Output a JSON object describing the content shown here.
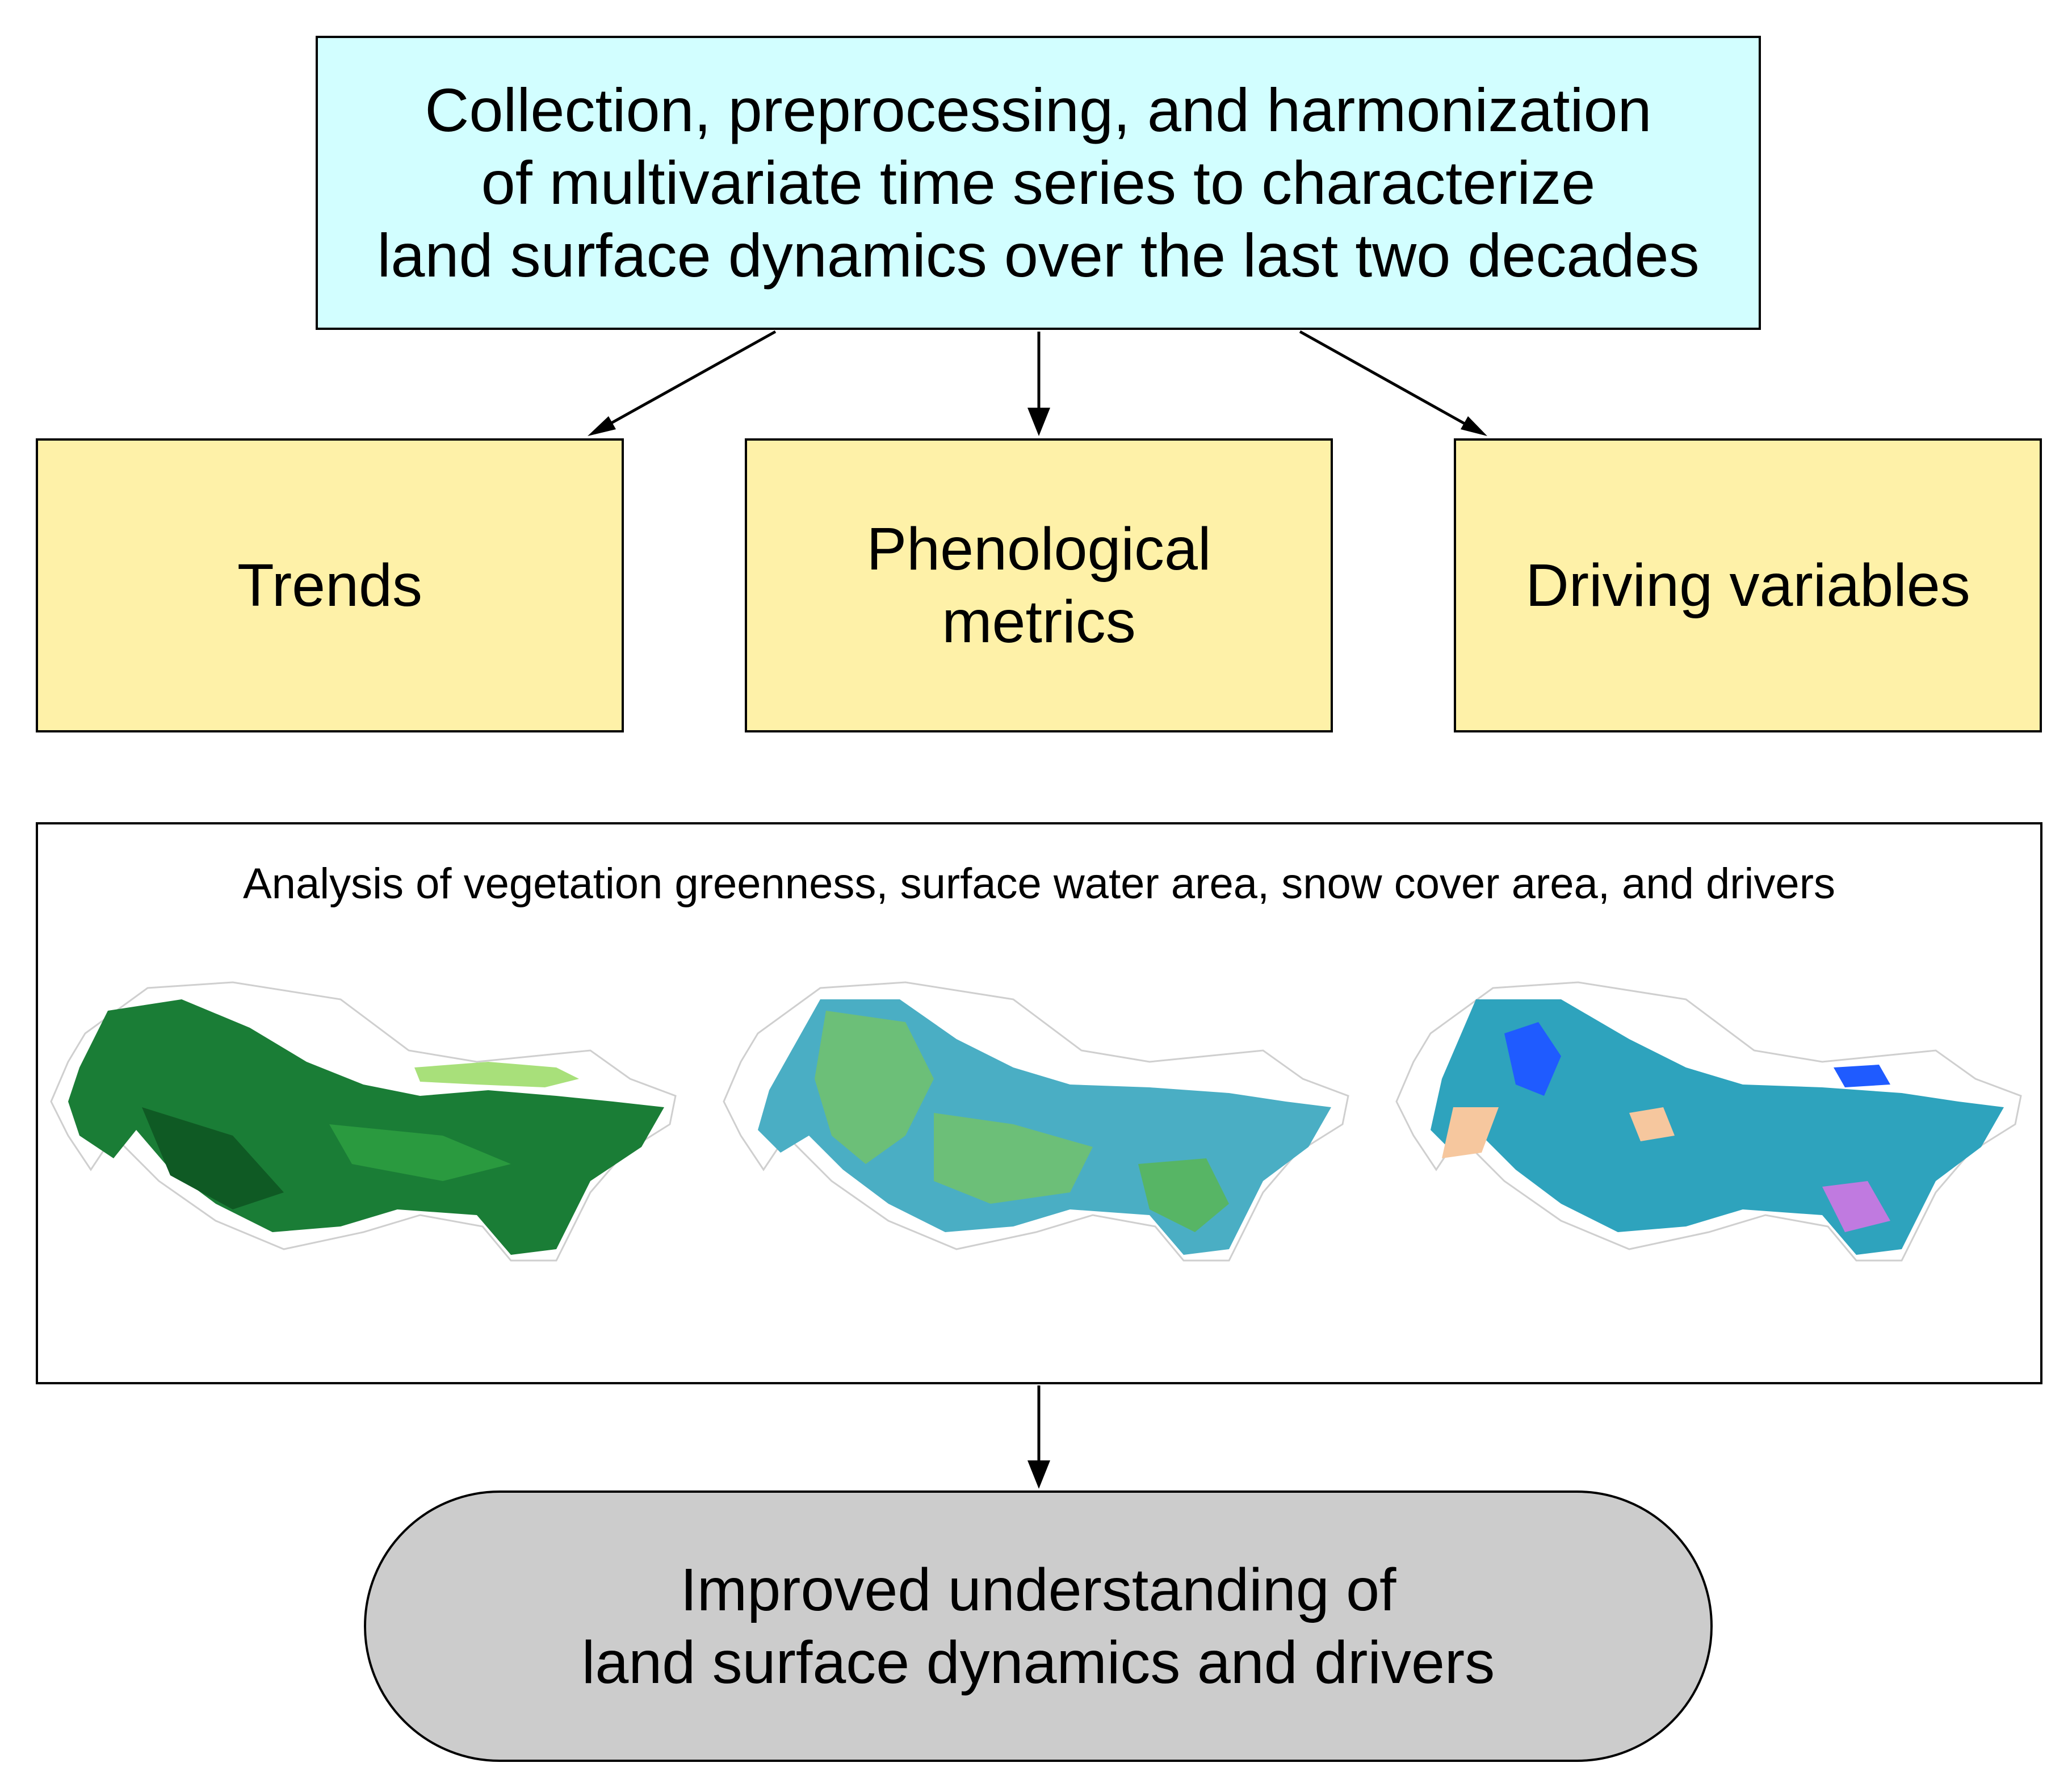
{
  "top_box": {
    "lines": [
      "Collection, preprocessing, and harmonization",
      "of multivariate time series to characterize",
      "land surface dynamics over the last two decades"
    ]
  },
  "categories": [
    {
      "label": "Trends"
    },
    {
      "lines": [
        "Phenological",
        "metrics"
      ]
    },
    {
      "label": "Driving variables"
    }
  ],
  "analysis": {
    "title": "Analysis of vegetation greenness, surface water area, snow cover area, and drivers",
    "maps": [
      {
        "name": "vegetation-greenness-map",
        "colors": [
          "#1a7d36",
          "#2a9a3f",
          "#4bb34d",
          "#0f5a24",
          "#a8e07a",
          "#c9e89a"
        ]
      },
      {
        "name": "surface-water-map",
        "colors": [
          "#6cbf78",
          "#4aaec4",
          "#3b9ab8",
          "#57b565",
          "#2f7f9f"
        ]
      },
      {
        "name": "snow-cover-map",
        "colors": [
          "#2ea3bd",
          "#f6c79e",
          "#1f5bff",
          "#c07ae0",
          "#e01010",
          "#2a9a3f"
        ]
      }
    ]
  },
  "outcome": {
    "lines": [
      "Improved understanding of",
      "land surface dynamics and drivers"
    ]
  }
}
